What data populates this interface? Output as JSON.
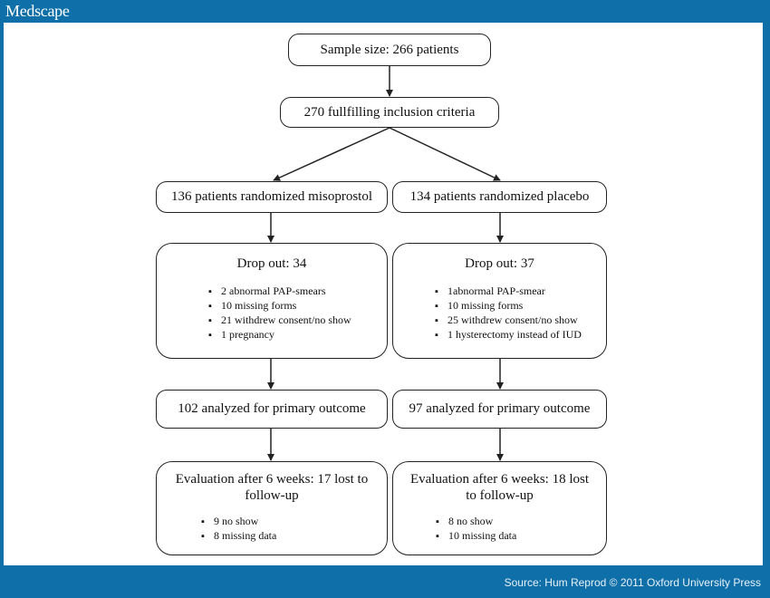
{
  "header": {
    "brand": "Medscape"
  },
  "footer": {
    "source": "Source: Hum Reprod © 2011 Oxford University Press"
  },
  "flow": {
    "sample": "Sample size: 266 patients",
    "inclusion": "270 fullfilling inclusion criteria",
    "misoprostol": {
      "randomized": "136 patients randomized misoprostol",
      "dropout_title": "Drop out: 34",
      "dropout_items": [
        "2 abnormal PAP-smears",
        "10 missing forms",
        "21 withdrew consent/no show",
        "1 pregnancy"
      ],
      "analyzed": "102 analyzed for primary outcome",
      "evaluation_title": "Evaluation after 6 weeks: 17 lost to follow-up",
      "evaluation_items": [
        "9 no show",
        "8 missing data"
      ]
    },
    "placebo": {
      "randomized": "134 patients randomized placebo",
      "dropout_title": "Drop out: 37",
      "dropout_items": [
        "1abnormal PAP-smear",
        "10 missing forms",
        "25 withdrew consent/no show",
        "1 hysterectomy instead of IUD"
      ],
      "analyzed": "97 analyzed for primary outcome",
      "evaluation_title": "Evaluation after 6 weeks: 18 lost to follow-up",
      "evaluation_items": [
        "8 no show",
        "10 missing data"
      ]
    }
  }
}
